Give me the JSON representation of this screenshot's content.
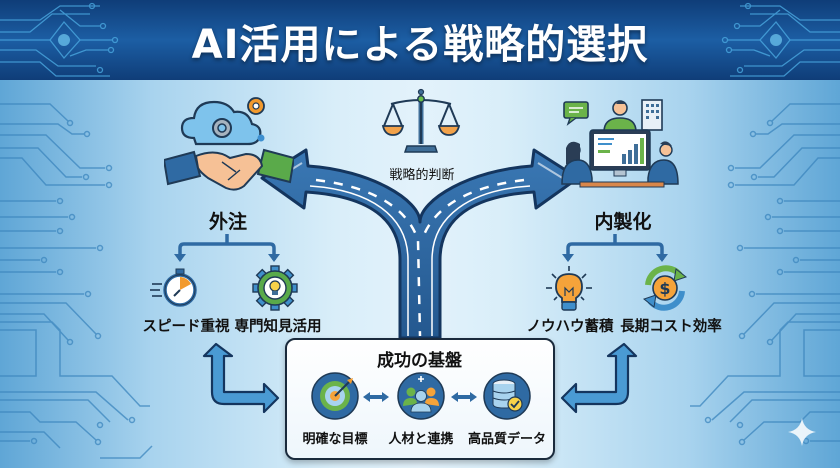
{
  "title": "AI活用による戦略的選択",
  "center": {
    "decision_label": "戦略的判断",
    "decision_icon": "scales-icon"
  },
  "left_branch": {
    "label": "外注",
    "icon": "handshake-cloud-icon",
    "items": [
      {
        "label": "スピード重視",
        "icon": "stopwatch-icon"
      },
      {
        "label": "専門知見活用",
        "icon": "gear-lightbulb-icon"
      }
    ]
  },
  "right_branch": {
    "label": "内製化",
    "icon": "team-meeting-icon",
    "items": [
      {
        "label": "ノウハウ蓄積",
        "icon": "lightbulb-icon"
      },
      {
        "label": "長期コスト効率",
        "icon": "dollar-cycle-icon"
      }
    ]
  },
  "foundation": {
    "title": "成功の基盤",
    "items": [
      {
        "label": "明確な目標",
        "icon": "target-icon"
      },
      {
        "label": "人材と連携",
        "icon": "people-icon"
      },
      {
        "label": "高品質データ",
        "icon": "database-check-icon"
      }
    ]
  },
  "colors": {
    "banner": "#1c5ea4",
    "road": "#2f6aa3",
    "accent_orange": "#f2a24a",
    "accent_green": "#6bb34a",
    "arrow": "#3f8fcb"
  }
}
